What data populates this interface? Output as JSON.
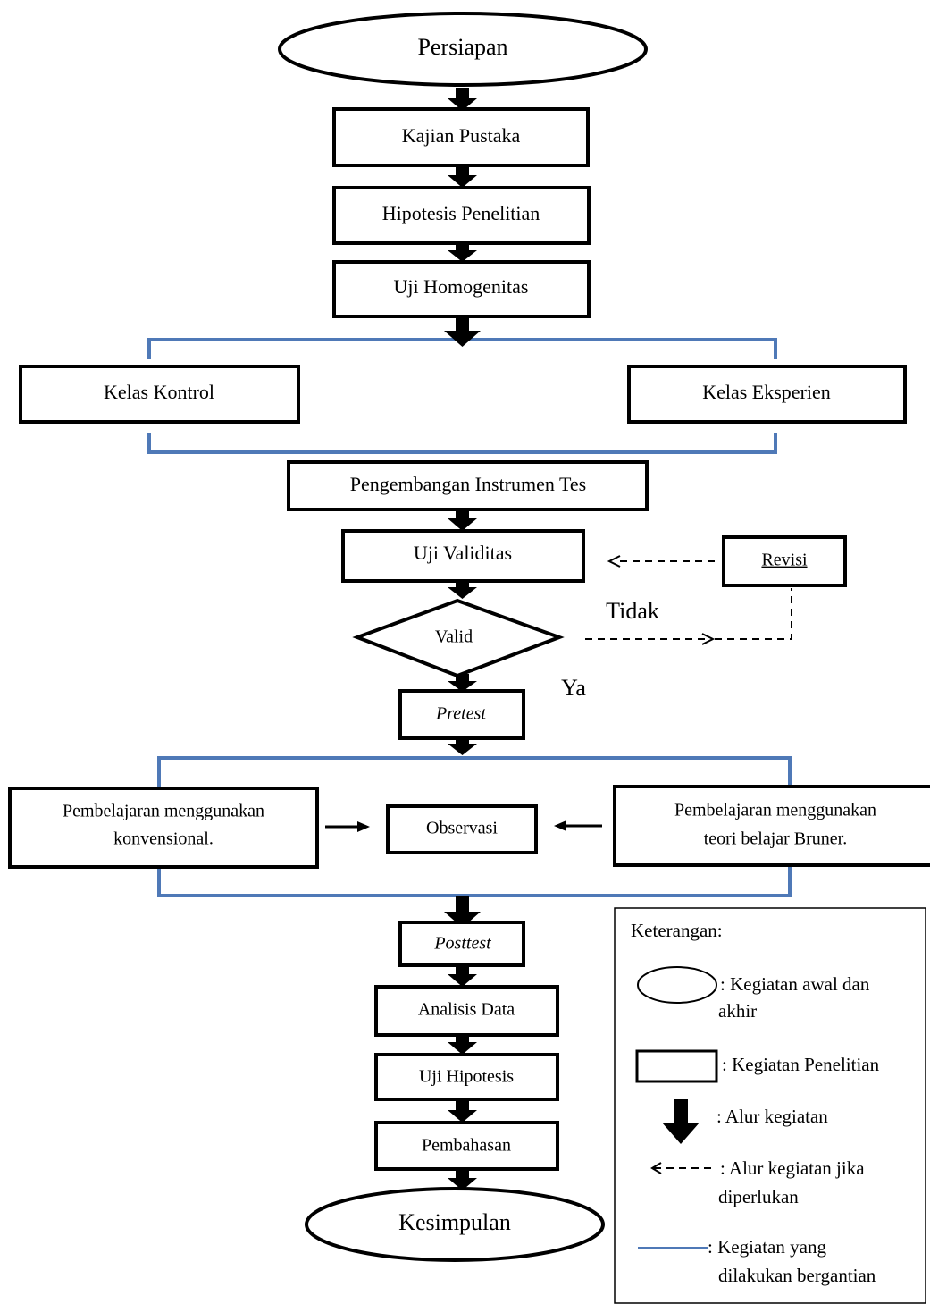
{
  "flow": {
    "start": "Persiapan",
    "kajian": "Kajian Pustaka",
    "hipotesis": "Hipotesis Penelitian",
    "homogen": "Uji Homogenitas",
    "kontrol": "Kelas Kontrol",
    "eksperien": "Kelas Eksperien",
    "instrumen": "Pengembangan Instrumen Tes",
    "validitas": "Uji Validitas",
    "revisi": "Revisi",
    "valid": "Valid",
    "tidak": "Tidak",
    "ya": "Ya",
    "pretest": "Pretest",
    "pemb_konv_1": "Pembelajaran menggunakan",
    "pemb_konv_2": "konvensional.",
    "observasi": "Observasi",
    "pemb_bruner_1": "Pembelajaran menggunakan",
    "pemb_bruner_2": "teori belajar Bruner.",
    "posttest": "Posttest",
    "analisis": "Analisis Data",
    "uji_hipotesis": "Uji Hipotesis",
    "pembahasan": "Pembahasan",
    "end": "Kesimpulan"
  },
  "legend": {
    "title": "Keterangan:",
    "oval_1": ": Kegiatan awal dan",
    "oval_2": "akhir",
    "rect": ": Kegiatan Penelitian",
    "arrow": ":  Alur kegiatan",
    "dashed_1": ": Alur kegiatan jika",
    "dashed_2": "diperlukan",
    "line_1": ": Kegiatan yang",
    "line_2": "dilakukan bergantian"
  }
}
